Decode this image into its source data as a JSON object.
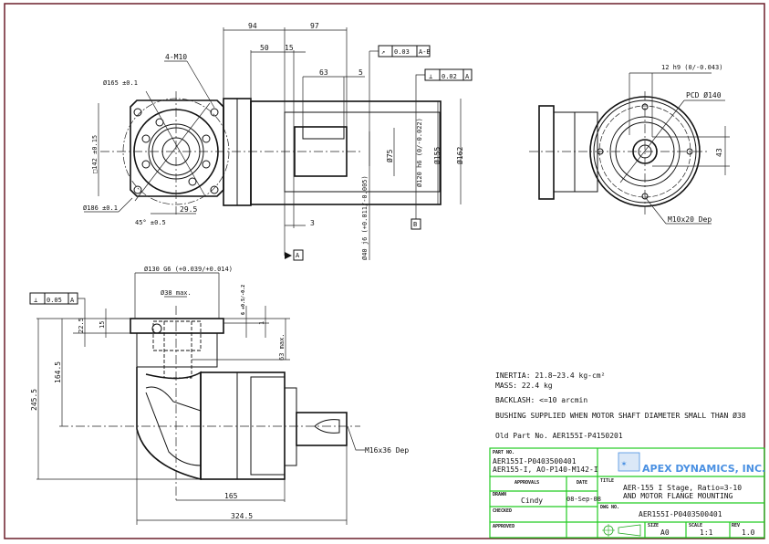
{
  "drawing": {
    "dimensions_front": {
      "d94": "94",
      "d97": "97",
      "d50": "50",
      "d15": "15",
      "d63": "63",
      "d5": "5",
      "d3": "3",
      "holes": "4-M10",
      "dia165": "Ø165 ±0.1",
      "sq142": "□142 ±0.15",
      "dia186": "Ø186 ±0.1",
      "angle45": "45° ±0.5",
      "d29_5": "29.5",
      "dia75": "Ø75",
      "dia120": "Ø120 h6 (0/-0.022)",
      "dia155": "Ø155",
      "dia162": "Ø162",
      "dia40": "Ø40 j6 (+0.011/-0.005)",
      "runout_tol": "0.03",
      "runout_ref": "A-B",
      "perp_tol": "0.02",
      "perp_ref": "A",
      "datum_a": "A",
      "datum_b": "B"
    },
    "dimensions_side": {
      "key": "12 h9 (0/-0.043)",
      "pcd": "PCD Ø140",
      "d43": "43",
      "tap": "M10x20 Dep"
    },
    "dimensions_bottom": {
      "dia130": "Ø130 G6 (+0.039/+0.014)",
      "dia38": "Ø38 max.",
      "perp_tol": "0.05",
      "perp_ref": "A",
      "d22_5": "22.5",
      "d15": "15",
      "d6": "6 +0.5/-0.2",
      "d1": "1",
      "d63max": "63 max.",
      "d164_5": "164.5",
      "d245_5": "245.5",
      "d165": "165",
      "d324_5": "324.5",
      "tap": "M16x36 Dep"
    }
  },
  "notes": {
    "inertia": "INERTIA:  21.8~23.4 kg-cm²",
    "mass": "MASS: 22.4 kg",
    "backlash": "BACKLASH: <=10 arcmin",
    "bushing": "BUSHING SUPPLIED WHEN MOTOR SHAFT DIAMETER SMALL THAN Ø38",
    "old_part": "Old Part No. AER155I-P4150201"
  },
  "title_block": {
    "part_no_label": "PART NO.",
    "part_no_1": "AER155I-P0403500401",
    "part_no_2": "AER155-I, AO-P140-M142-I",
    "company": "APEX DYNAMICS, INC.",
    "approvals_label": "APPROVALS",
    "date_label": "DATE",
    "drawn_label": "DRAWN",
    "drawn_by": "Cindy",
    "drawn_date": "08-Sep-08",
    "checked_label": "CHECKED",
    "approved_label": "APPROVED",
    "title_label": "TITLE",
    "title_1": "AER-155 I Stage, Ratio=3-10",
    "title_2": "AND MOTOR FLANGE MOUNTING",
    "dwg_no_label": "DWG NO.",
    "dwg_no": "AER155I-P0403500401",
    "size_label": "SIZE",
    "size": "A0",
    "scale_label": "SCALE",
    "scale": "1:1",
    "rev_label": "REV",
    "rev": "1.0"
  },
  "colors": {
    "frame": "#6b1f2a",
    "title_block": "#22cc22",
    "logo": "#4a90e2"
  }
}
